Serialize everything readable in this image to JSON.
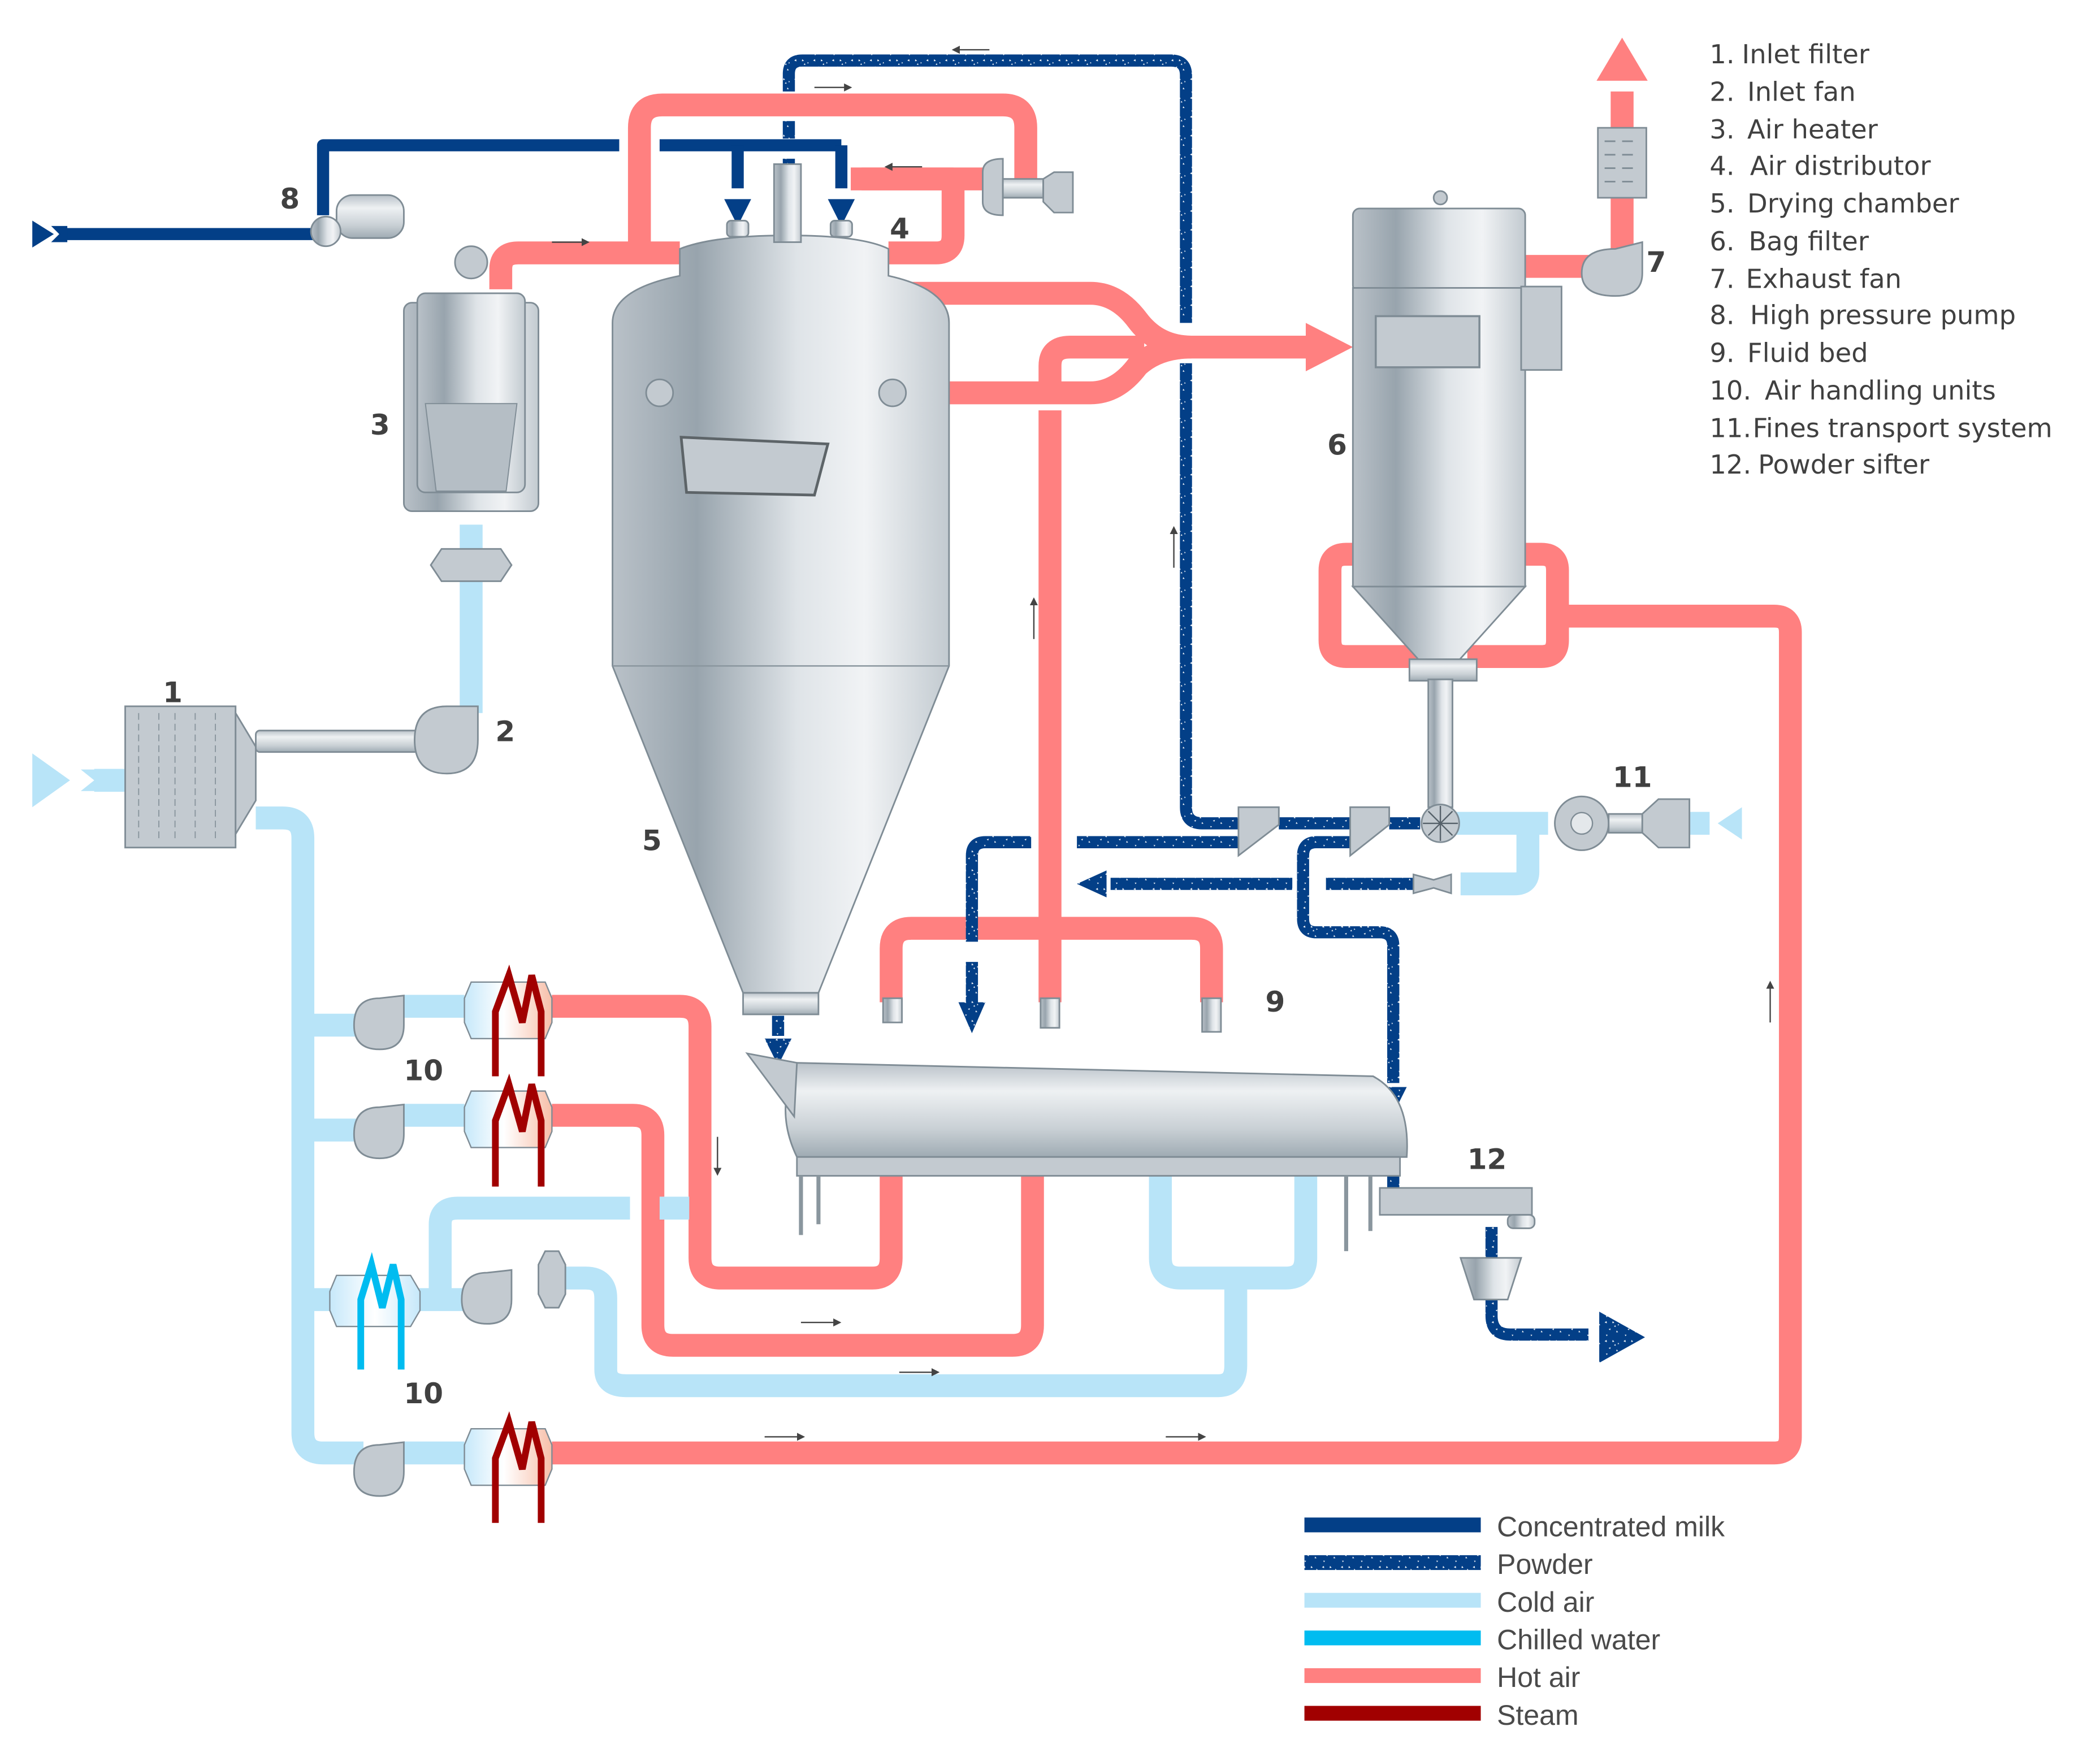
{
  "diagram_title": "Spray drying plant with integrated fluid bed",
  "component_numbers": {
    "inlet_filter": "1",
    "inlet_fan": "2",
    "air_heater": "3",
    "air_distributor": "4",
    "drying_chamber": "5",
    "bag_filter": "6",
    "exhaust_fan": "7",
    "high_pressure_pump": "8",
    "fluid_bed": "9",
    "air_handling_units_upper": "10",
    "air_handling_units_lower": "10",
    "fines_transport_system": "11",
    "powder_sifter": "12"
  },
  "component_list": [
    {
      "number": "1.",
      "label": "Inlet filter"
    },
    {
      "number": "2.",
      "label": "Inlet fan"
    },
    {
      "number": "3.",
      "label": "Air heater"
    },
    {
      "number": "4.",
      "label": "Air distributor"
    },
    {
      "number": "5.",
      "label": "Drying chamber"
    },
    {
      "number": "6.",
      "label": "Bag filter"
    },
    {
      "number": "7.",
      "label": "Exhaust fan"
    },
    {
      "number": "8.",
      "label": "High pressure pump"
    },
    {
      "number": "9.",
      "label": "Fluid bed"
    },
    {
      "number": "10.",
      "label": "Air handling units"
    },
    {
      "number": "11.",
      "label": "Fines transport system"
    },
    {
      "number": "12.",
      "label": "Powder sifter"
    }
  ],
  "legend": [
    {
      "label": "Concentrated milk",
      "color": "#033f87",
      "pattern": "solid"
    },
    {
      "label": "Powder",
      "color": "#033f87",
      "pattern": "speckled"
    },
    {
      "label": "Cold air",
      "color": "#b8e4f8",
      "pattern": "solid"
    },
    {
      "label": "Chilled water",
      "color": "#00bcf0",
      "pattern": "solid"
    },
    {
      "label": "Hot air",
      "color": "#ff8080",
      "pattern": "solid"
    },
    {
      "label": "Steam",
      "color": "#a10000",
      "pattern": "solid"
    }
  ],
  "colors": {
    "concentrated_milk": "#033f87",
    "powder": "#033f87",
    "cold_air": "#b8e4f8",
    "chilled_water": "#00bcf0",
    "hot_air": "#ff8080",
    "steam": "#a10000",
    "equipment_steel": "#c3cad0",
    "label_text": "#404040"
  }
}
